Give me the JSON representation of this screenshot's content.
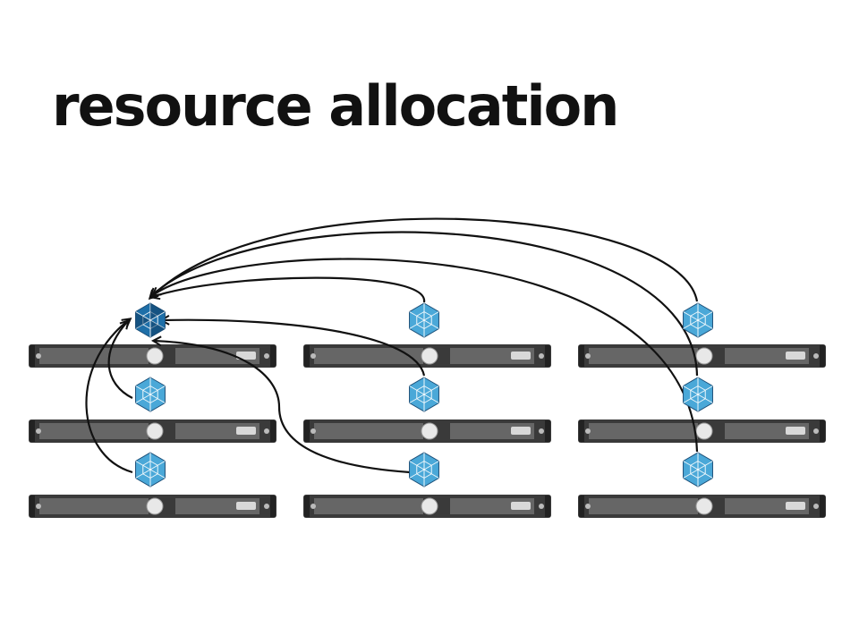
{
  "slide": {
    "title": "resource allocation"
  },
  "diagram": {
    "server_grid": {
      "columns": 3,
      "rows": 3
    },
    "server_colors": {
      "chassis": "#3a3a3a",
      "vent": "#8a8a8a",
      "light": "#e8e8e8"
    },
    "node_colors": {
      "normal": "#4aa8d8",
      "master": "#1e6fa8",
      "edge": "#1c4f78"
    },
    "master_node": "column-1-row-1",
    "arrows": [
      {
        "from": "column-1-row-2",
        "to": "master"
      },
      {
        "from": "column-1-row-3",
        "to": "master"
      },
      {
        "from": "column-2-row-1",
        "to": "master"
      },
      {
        "from": "column-2-row-2",
        "to": "master"
      },
      {
        "from": "column-2-row-3",
        "to": "master"
      },
      {
        "from": "column-3-row-1",
        "to": "master"
      },
      {
        "from": "column-3-row-2",
        "to": "master"
      },
      {
        "from": "column-3-row-3",
        "to": "master"
      }
    ]
  }
}
